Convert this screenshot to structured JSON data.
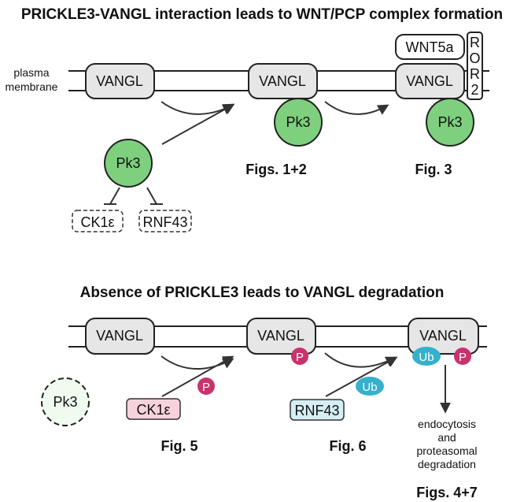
{
  "colors": {
    "pk3_fill": "#7ed07e",
    "pk3_absent_fill": "#eefbee",
    "vangl_fill": "#e6e6e6",
    "phospho": "#c8336e",
    "ubiquitin": "#35b1cc",
    "ck1e_fill": "#f6d3dc",
    "rnf43_fill": "#d4eef4"
  },
  "top": {
    "title": "PRICKLE3-VANGL interaction leads to WNT/PCP complex formation",
    "membrane_label_line1": "plasma",
    "membrane_label_line2": "membrane",
    "vangl": [
      "VANGL",
      "VANGL",
      "VANGL"
    ],
    "pk3": "Pk3",
    "inhibited": [
      "CK1ε",
      "RNF43"
    ],
    "wnt5a": "WNT5a",
    "ror2_letters": [
      "R",
      "O",
      "R",
      "2"
    ],
    "fig_labels": [
      "Figs. 1+2",
      "Fig. 3"
    ]
  },
  "bottom": {
    "title": "Absence of PRICKLE3 leads to VANGL degradation",
    "vangl": [
      "VANGL",
      "VANGL",
      "VANGL"
    ],
    "pk3_absent": "Pk3",
    "ck1e": "CK1ε",
    "rnf43": "RNF43",
    "phospho": "P",
    "ubiquitin": "Ub",
    "outcome_lines": [
      "endocytosis",
      "and",
      "proteasomal",
      "degradation"
    ],
    "fig_labels": [
      "Fig. 5",
      "Fig. 6",
      "Figs. 4+7"
    ]
  }
}
